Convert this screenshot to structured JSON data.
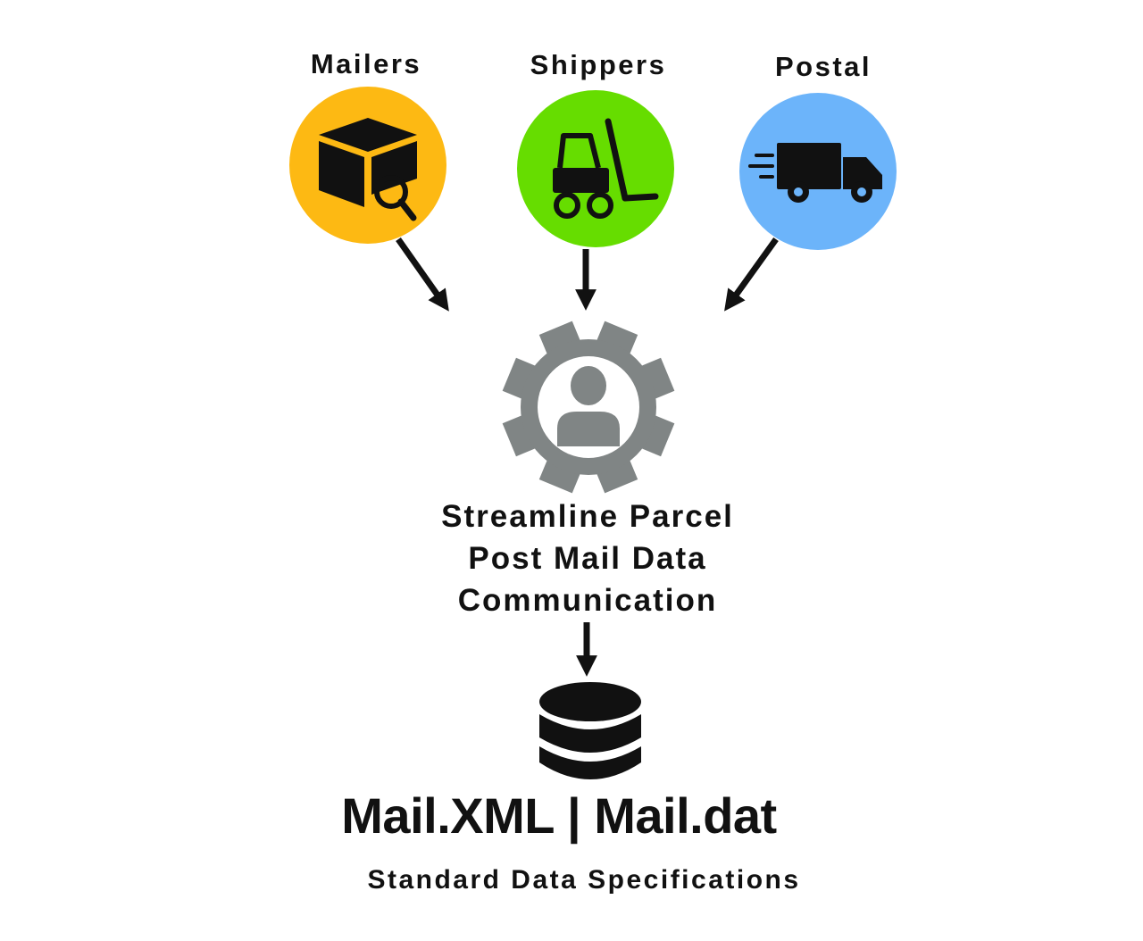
{
  "sources": [
    {
      "label": "Mailers",
      "color": "#FDB913",
      "icon": "package-search-icon"
    },
    {
      "label": "Shippers",
      "color": "#66DD00",
      "icon": "forklift-icon"
    },
    {
      "label": "Postal",
      "color": "#6CB4FA",
      "icon": "delivery-truck-icon"
    }
  ],
  "process": {
    "lines": [
      "Streamline Parcel",
      "Post Mail Data",
      "Communication"
    ],
    "icon": "gear-person-icon",
    "color": "#808585"
  },
  "output": {
    "title": "Mail.XML | Mail.dat",
    "subtitle": "Standard Data Specifications",
    "icon": "database-icon"
  },
  "colors": {
    "arrow": "#111111",
    "icon": "#111111",
    "gear": "#808585"
  }
}
